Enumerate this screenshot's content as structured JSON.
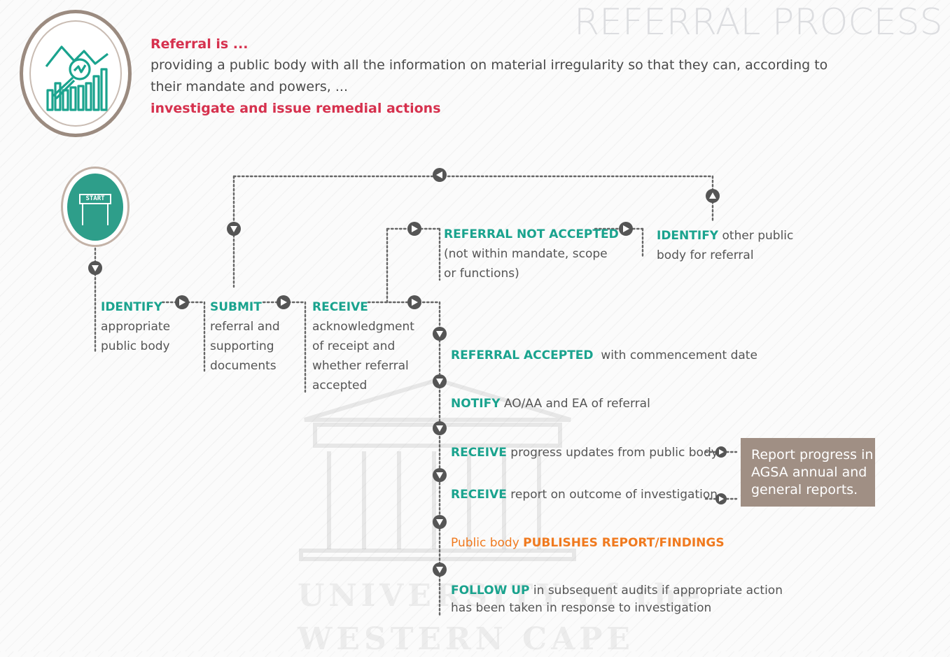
{
  "title": "REFERRAL PROCESS",
  "intro": {
    "heading": "Referral is ...",
    "body": "providing a public body with all the information on material irregularity so that they can, according to their mandate and powers, ...",
    "tail": "investigate and issue remedial actions"
  },
  "start_label": "START",
  "steps": {
    "identify": {
      "keyword": "IDENTIFY",
      "line1": "appropriate",
      "line2": "public body"
    },
    "submit": {
      "keyword": "SUBMIT",
      "line1": "referral and",
      "line2": "supporting",
      "line3": "documents"
    },
    "receive": {
      "keyword": "RECEIVE",
      "line1": "acknowledgment",
      "line2": "of receipt and",
      "line3": "whether referral",
      "line4": "accepted"
    },
    "not_accepted": {
      "keyword": "REFERRAL NOT ACCEPTED",
      "line1": "(not within mandate, scope",
      "line2": "or functions)"
    },
    "identify_other": {
      "keyword": "IDENTIFY",
      "rest": "other public",
      "line2": "body for referral"
    },
    "accepted": {
      "keyword": "REFERRAL ACCEPTED",
      "rest": "with commencement date"
    },
    "notify": {
      "keyword": "NOTIFY",
      "rest": "AO/AA and EA of referral"
    },
    "receive_updates": {
      "keyword": "RECEIVE",
      "rest": "progress updates from public body"
    },
    "receive_report": {
      "keyword": "RECEIVE",
      "rest": "report on outcome of investigation"
    },
    "publishes": {
      "prefix": "Public body",
      "keyword": "PUBLISHES REPORT/FINDINGS"
    },
    "follow_up": {
      "keyword": "FOLLOW UP",
      "rest": "in subsequent audits if appropriate action",
      "line2": "has been taken in response to investigation"
    }
  },
  "report_box": {
    "line1": "Report progress in",
    "line2": "AGSA annual and",
    "line3": "general reports."
  },
  "watermark": {
    "line1": "UNIVERSITY of the",
    "line2": "WESTERN CAPE"
  },
  "colors": {
    "teal": "#1aa38e",
    "red": "#d6314e",
    "orange": "#f07a1f",
    "taupe": "#a08f84",
    "node": "#555555"
  }
}
